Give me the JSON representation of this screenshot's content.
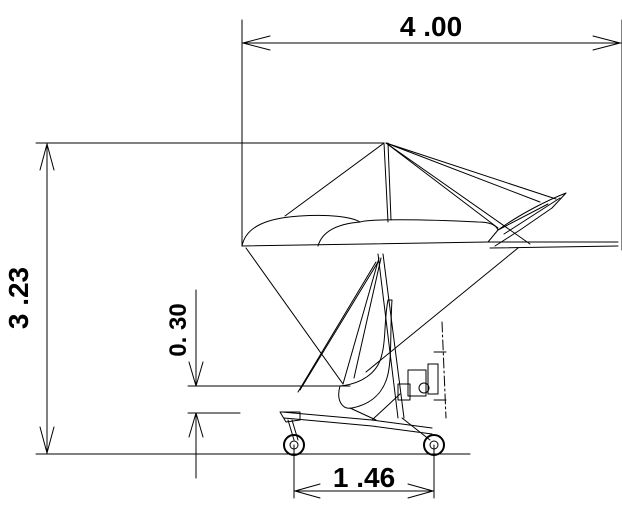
{
  "dimensions": {
    "wingspan": "4 .00",
    "total_height": "3 .23",
    "seat_offset": "0. 30",
    "wheelbase": "1 .46"
  }
}
